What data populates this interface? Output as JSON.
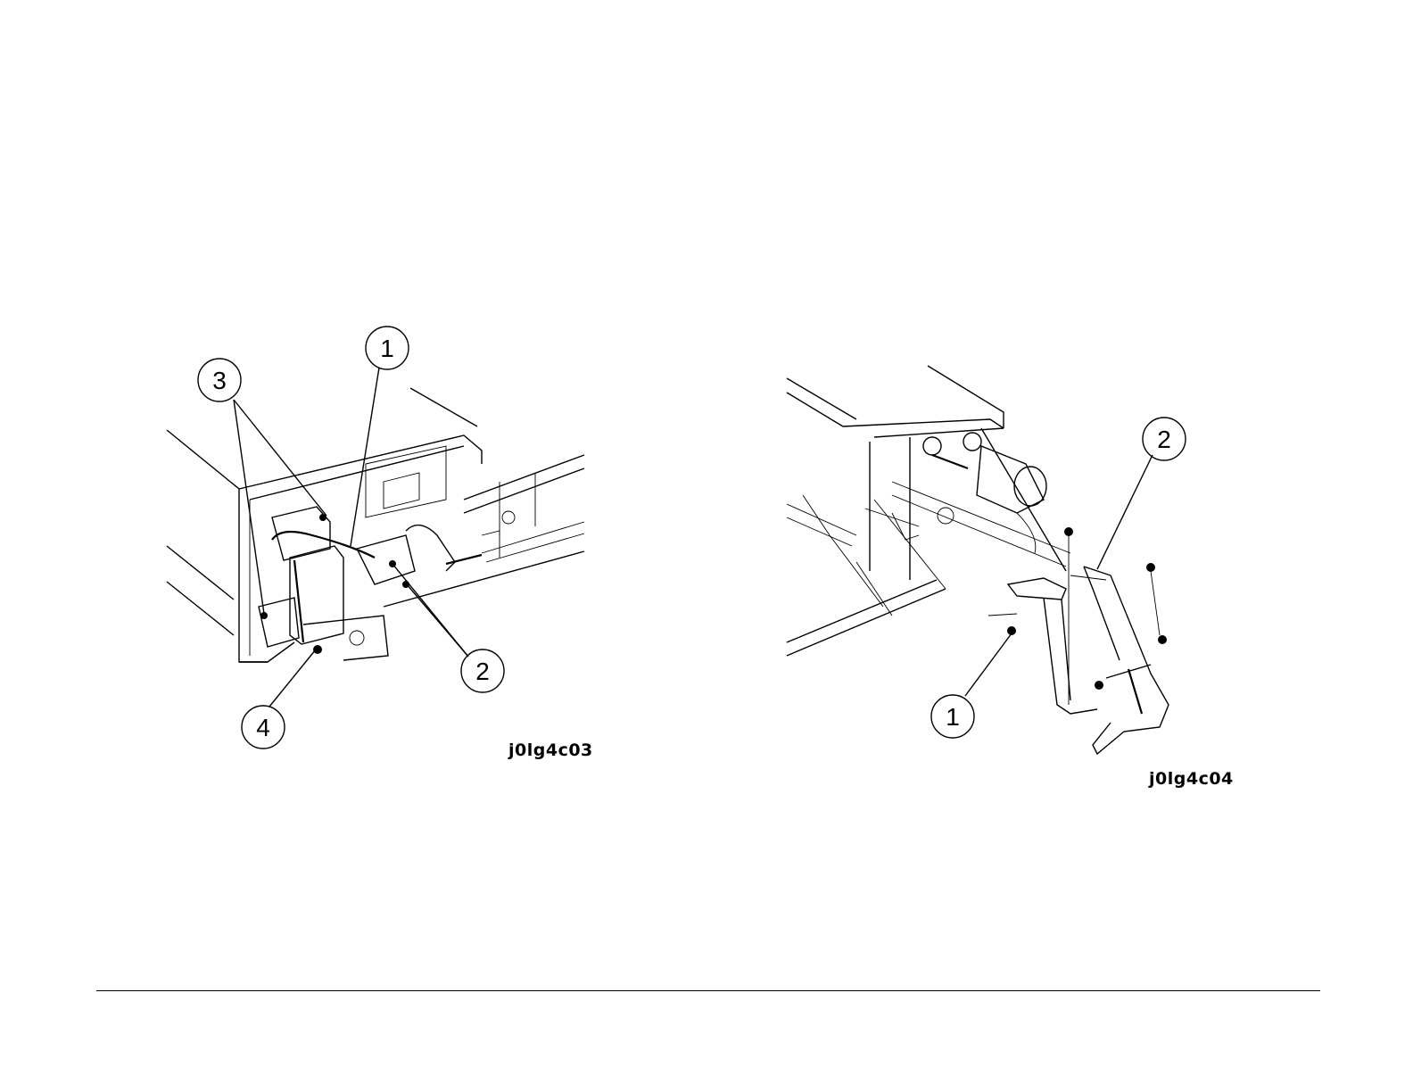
{
  "figures": [
    {
      "id_label": "j0lg4c03",
      "callouts": [
        "1",
        "2",
        "3",
        "4"
      ]
    },
    {
      "id_label": "j0lg4c04",
      "callouts": [
        "1",
        "2"
      ]
    }
  ]
}
